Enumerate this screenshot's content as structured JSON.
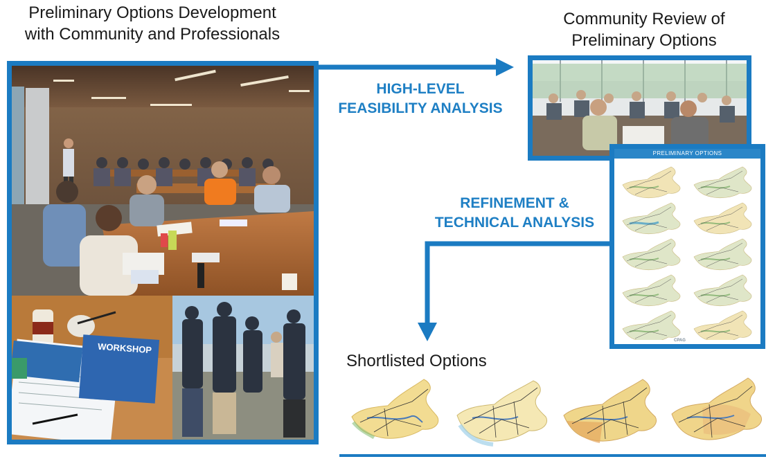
{
  "stages": {
    "preliminary": {
      "line1": "Preliminary Options Development",
      "line2": "with Community and Professionals"
    },
    "community_review": {
      "line1": "Community Review of",
      "line2": "Preliminary Options"
    },
    "shortlisted": {
      "title": "Shortlisted Options"
    }
  },
  "steps": {
    "feasibility": {
      "line1": "HIGH-LEVEL",
      "line2": "FEASIBILITY ANALYSIS"
    },
    "refinement": {
      "line1": "REFINEMENT &",
      "line2": "TECHNICAL ANALYSIS"
    }
  },
  "preliminary_options_board": {
    "title": "PRELIMINARY OPTIONS",
    "options": [
      "",
      "",
      "",
      "",
      "",
      "",
      "",
      "",
      "",
      ""
    ],
    "footer": "CPAG"
  },
  "booklet": {
    "title": "WORKSHOP"
  },
  "colors": {
    "accent_blue": "#1b7bc2",
    "text_blue": "#1e7fc4",
    "map_yellow": "#f3dd8e",
    "map_green": "#8bbf7a"
  }
}
